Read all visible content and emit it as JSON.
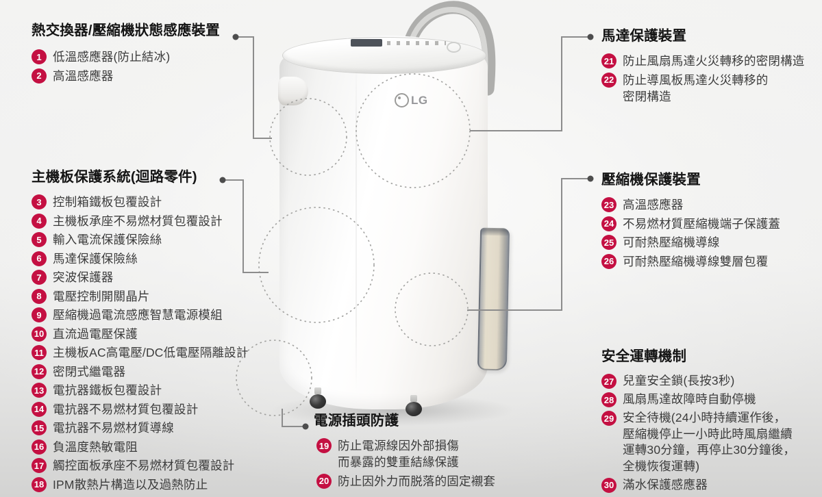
{
  "brand": {
    "logo": "LG"
  },
  "colors": {
    "badge": "#c41042",
    "title_text": "#151515",
    "item_text": "#3c3c3c",
    "connector": "#8c8c8c",
    "background_top": "#f3f3f2",
    "background_bottom": "#d3d3d2"
  },
  "groups": {
    "heat": {
      "title": "熱交換器/壓縮機狀態感應裝置",
      "items": [
        {
          "num": "1",
          "lines": [
            "低溫感應器(防止結冰)"
          ]
        },
        {
          "num": "2",
          "lines": [
            "高溫感應器"
          ]
        }
      ]
    },
    "mainboard": {
      "title": "主機板保護系統(迴路零件)",
      "items": [
        {
          "num": "3",
          "lines": [
            "控制箱鐵板包覆設計"
          ]
        },
        {
          "num": "4",
          "lines": [
            "主機板承座不易燃材質包覆設計"
          ]
        },
        {
          "num": "5",
          "lines": [
            "輸入電流保護保險絲"
          ]
        },
        {
          "num": "6",
          "lines": [
            "馬達保護保險絲"
          ]
        },
        {
          "num": "7",
          "lines": [
            "突波保護器"
          ]
        },
        {
          "num": "8",
          "lines": [
            "電壓控制開關晶片"
          ]
        },
        {
          "num": "9",
          "lines": [
            "壓縮機過電流感應智慧電源模組"
          ]
        },
        {
          "num": "10",
          "lines": [
            "直流過電壓保護"
          ]
        },
        {
          "num": "11",
          "lines": [
            "主機板AC高電壓/DC低電壓隔離設計"
          ]
        },
        {
          "num": "12",
          "lines": [
            "密閉式繼電器"
          ]
        },
        {
          "num": "13",
          "lines": [
            "電抗器鐵板包覆設計"
          ]
        },
        {
          "num": "14",
          "lines": [
            "電抗器不易燃材質包覆設計"
          ]
        },
        {
          "num": "15",
          "lines": [
            "電抗器不易燃材質導線"
          ]
        },
        {
          "num": "16",
          "lines": [
            "負溫度熱敏電阻"
          ]
        },
        {
          "num": "17",
          "lines": [
            "觸控面板承座不易燃材質包覆設計"
          ]
        },
        {
          "num": "18",
          "lines": [
            "IPM散熱片構造以及過熱防止"
          ]
        }
      ]
    },
    "motor": {
      "title": "馬達保護裝置",
      "items": [
        {
          "num": "21",
          "lines": [
            "防止風扇馬達火災轉移的密閉構造"
          ]
        },
        {
          "num": "22",
          "lines": [
            "防止導風板馬達火災轉移的",
            "密閉構造"
          ]
        }
      ]
    },
    "compressor": {
      "title": "壓縮機保護裝置",
      "items": [
        {
          "num": "23",
          "lines": [
            "高溫感應器"
          ]
        },
        {
          "num": "24",
          "lines": [
            "不易燃材質壓縮機端子保護蓋"
          ]
        },
        {
          "num": "25",
          "lines": [
            "可耐熱壓縮機導線"
          ]
        },
        {
          "num": "26",
          "lines": [
            "可耐熱壓縮機導線雙層包覆"
          ]
        }
      ]
    },
    "safety": {
      "title": "安全運轉機制",
      "items": [
        {
          "num": "27",
          "lines": [
            "兒童安全鎖(長按3秒)"
          ]
        },
        {
          "num": "28",
          "lines": [
            "風扇馬達故障時自動停機"
          ]
        },
        {
          "num": "29",
          "lines": [
            "安全待機(24小時持續運作後，",
            "壓縮機停止一小時此時風扇繼續",
            "運轉30分鐘，再停止30分鐘後，",
            "全機恢復運轉)"
          ]
        },
        {
          "num": "30",
          "lines": [
            "滿水保護感應器"
          ]
        }
      ]
    },
    "plug": {
      "title": "電源插頭防護",
      "items": [
        {
          "num": "19",
          "lines": [
            "防止電源線因外部損傷",
            "而暴露的雙重結緣保護"
          ]
        },
        {
          "num": "20",
          "lines": [
            "防止因外力而脱落的固定襯套"
          ]
        }
      ]
    }
  }
}
